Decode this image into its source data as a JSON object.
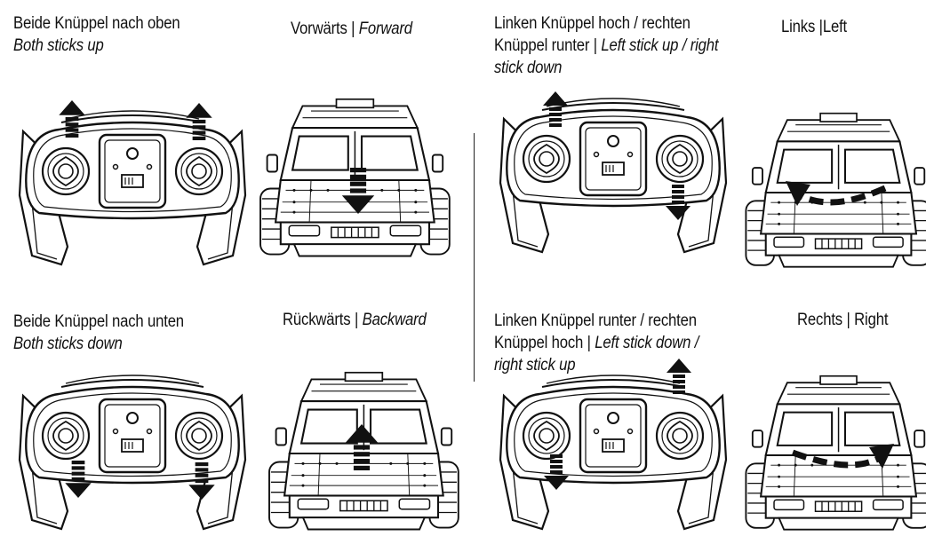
{
  "panels": [
    {
      "id": "forward",
      "instruction_de": "Beide Knüppel nach oben",
      "instruction_en": "Both sticks up",
      "direction_de": "Vorwärts",
      "direction_en": "Forward",
      "left_stick": "up",
      "right_stick": "up",
      "vehicle_arrow": "down"
    },
    {
      "id": "left",
      "instruction_de_line1": "Linken Knüppel hoch / rechten",
      "instruction_de_line2": "Knüppel runter",
      "instruction_en_line2": "Left stick up / right",
      "instruction_en_line3": "stick down",
      "direction_de": "Links",
      "direction_en": "Left",
      "left_stick": "up",
      "right_stick": "down",
      "vehicle_arrow": "curve-left"
    },
    {
      "id": "backward",
      "instruction_de": "Beide Knüppel nach unten",
      "instruction_en": "Both sticks down",
      "direction_de": "Rückwärts",
      "direction_en": "Backward",
      "left_stick": "down",
      "right_stick": "down",
      "vehicle_arrow": "up"
    },
    {
      "id": "right",
      "instruction_de_line1": "Linken Knüppel runter / rechten",
      "instruction_de_line2": "Knüppel hoch",
      "instruction_en_line2": "Left stick down /",
      "instruction_en_line3": "right stick up",
      "direction_de": "Rechts",
      "direction_en": "Right",
      "left_stick": "down",
      "right_stick": "up",
      "vehicle_arrow": "curve-right"
    }
  ],
  "separator": "|"
}
